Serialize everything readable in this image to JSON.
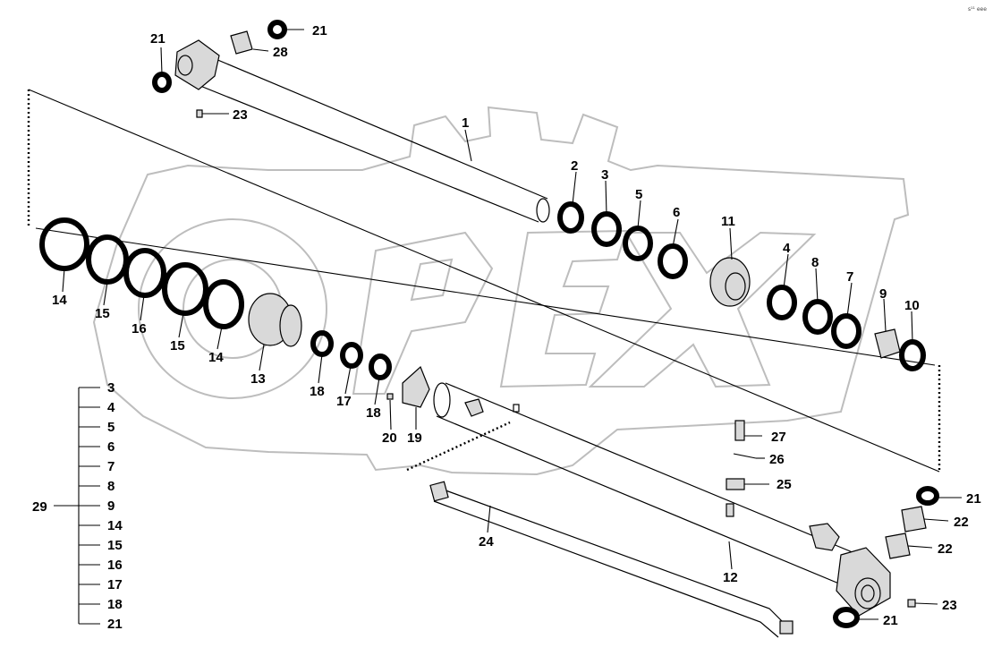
{
  "brand_watermark": "OPEX",
  "corner_mark": "s¹¹ eee",
  "callouts": {
    "c1": "1",
    "c2": "2",
    "c3": "3",
    "c4": "4",
    "c5": "5",
    "c6": "6",
    "c7": "7",
    "c8": "8",
    "c9": "9",
    "c10": "10",
    "c11": "11",
    "c12": "12",
    "c13": "13",
    "c14a": "14",
    "c14b": "14",
    "c15a": "15",
    "c15b": "15",
    "c16": "16",
    "c17": "17",
    "c18a": "18",
    "c18b": "18",
    "c19": "19",
    "c20": "20",
    "c21a": "21",
    "c21b": "21",
    "c21c": "21",
    "c21d": "21",
    "c22a": "22",
    "c22b": "22",
    "c23a": "23",
    "c23b": "23",
    "c24": "24",
    "c25": "25",
    "c26": "26",
    "c27": "27",
    "c28": "28"
  },
  "kit": {
    "label": "29",
    "items": [
      "3",
      "4",
      "5",
      "6",
      "7",
      "8",
      "9",
      "14",
      "15",
      "16",
      "17",
      "18",
      "21"
    ]
  }
}
